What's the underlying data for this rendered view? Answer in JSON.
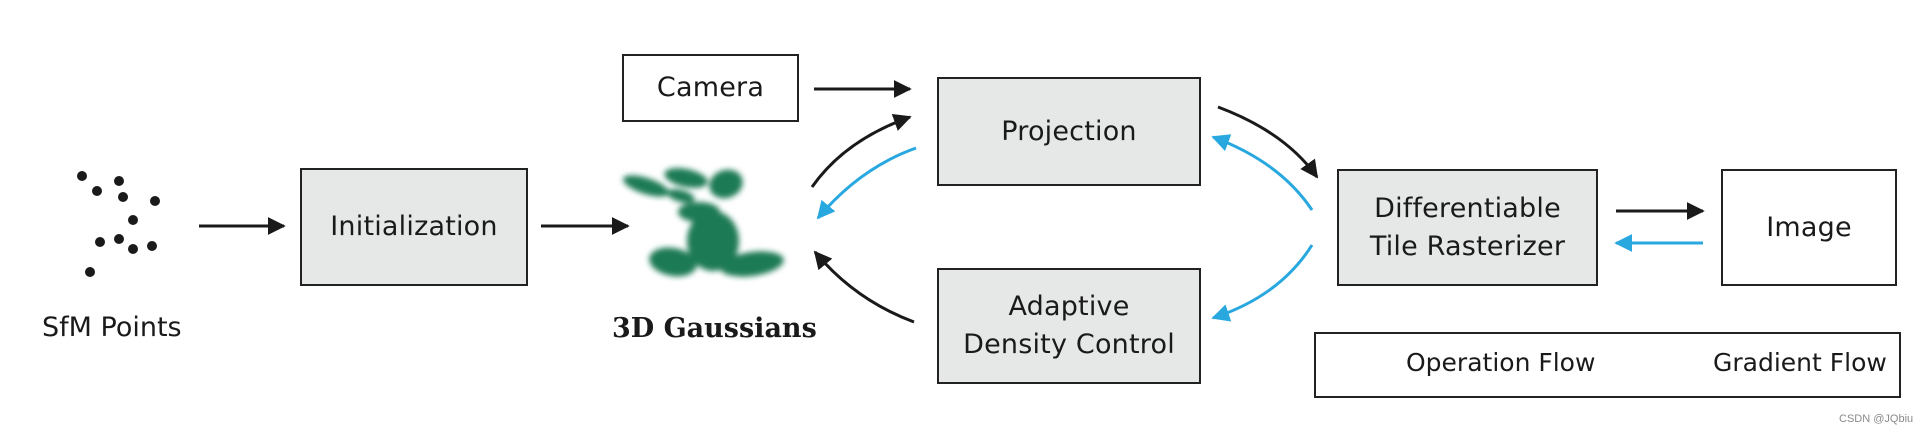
{
  "title": "3D Gaussian Splatting pipeline",
  "colors": {
    "operation_flow": "#1a1a1a",
    "gradient_flow": "#29a8e0",
    "process_box_fill": "#e6e7e7",
    "gaussian_green": "#1e7a55"
  },
  "nodes": {
    "sfm_points": "SfM Points",
    "initialization": "Initialization",
    "gaussians": "3D Gaussians",
    "camera": "Camera",
    "projection": "Projection",
    "adaptive_density_line1": "Adaptive",
    "adaptive_density_line2": "Density Control",
    "rasterizer_line1": "Differentiable",
    "rasterizer_line2": "Tile Rasterizer",
    "image": "Image"
  },
  "edges": [
    {
      "from": "SfM Points",
      "to": "Initialization",
      "type": "operation"
    },
    {
      "from": "Initialization",
      "to": "3D Gaussians",
      "type": "operation"
    },
    {
      "from": "Camera",
      "to": "Projection",
      "type": "operation"
    },
    {
      "from": "3D Gaussians",
      "to": "Projection",
      "type": "operation"
    },
    {
      "from": "Projection",
      "to": "3D Gaussians",
      "type": "gradient"
    },
    {
      "from": "Projection",
      "to": "Differentiable Tile Rasterizer",
      "type": "operation"
    },
    {
      "from": "Differentiable Tile Rasterizer",
      "to": "Projection",
      "type": "gradient"
    },
    {
      "from": "Differentiable Tile Rasterizer",
      "to": "Adaptive Density Control",
      "type": "gradient"
    },
    {
      "from": "Adaptive Density Control",
      "to": "3D Gaussians",
      "type": "operation"
    },
    {
      "from": "Differentiable Tile Rasterizer",
      "to": "Image",
      "type": "operation"
    },
    {
      "from": "Image",
      "to": "Differentiable Tile Rasterizer",
      "type": "gradient"
    }
  ],
  "legend": {
    "operation_label": "Operation Flow",
    "gradient_label": "Gradient Flow"
  },
  "watermark": "CSDN @JQbiu"
}
